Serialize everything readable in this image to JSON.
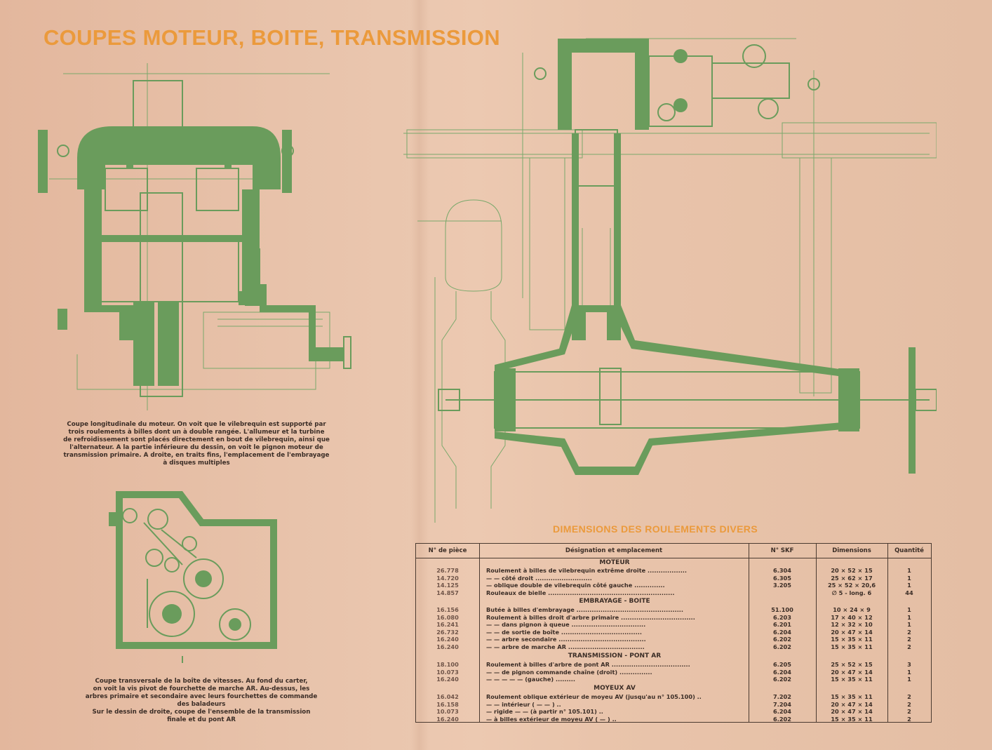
{
  "title": "COUPES MOTEUR, BOITE, TRANSMISSION",
  "captions": {
    "engine": [
      "Coupe longitudinale du moteur. On voit que le vilebrequin est supporté par",
      "trois roulements à billes dont un à double rangée. L'allumeur et la turbine",
      "de refroidissement sont placés directement en bout de vilebrequin, ainsi que",
      "l'alternateur. A la partie inférieure du dessin, on voit le pignon moteur de",
      "transmission primaire. A droite, en traits fins, l'emplacement de l'embrayage",
      "à disques multiples"
    ],
    "gearbox": [
      "Coupe transversale de la boîte de vitesses. Au fond du carter,",
      "on voit la vis pivot de fourchette de marche AR. Au-dessus, les",
      "arbres primaire et secondaire avec leurs fourchettes de commande",
      "des baladeurs",
      "Sur le dessin de droite, coupe de l'ensemble de la transmission",
      "finale et du pont AR"
    ]
  },
  "table": {
    "title": "DIMENSIONS DES ROULEMENTS DIVERS",
    "headers": {
      "part_no": "N° de pièce",
      "designation": "Désignation et emplacement",
      "skf": "N° SKF",
      "dimensions": "Dimensions",
      "quantity": "Quantité"
    },
    "sections": [
      {
        "name": "MOTEUR",
        "rows": [
          {
            "part": "26.778",
            "designation": "Roulement à billes de vilebrequin extrême droite ..................",
            "skf": "6.304",
            "dim": "20 × 52 × 15",
            "qty": "1"
          },
          {
            "part": "14.720",
            "designation": "—             —             côté droit ..........................",
            "skf": "6.305",
            "dim": "25 × 62 × 17",
            "qty": "1"
          },
          {
            "part": "14.125",
            "designation": "—      oblique double de vilebrequin côté gauche ..............",
            "skf": "3.205",
            "dim": "25 × 52 × 20,6",
            "qty": "1"
          },
          {
            "part": "14.857",
            "designation": "Rouleaux de bielle ..........................................................",
            "skf": "",
            "dim": "∅ 5 - long. 6",
            "qty": "44"
          }
        ]
      },
      {
        "name": "EMBRAYAGE - BOITE",
        "rows": [
          {
            "part": "16.156",
            "designation": "Butée à billes d'embrayage .................................................",
            "skf": "51.100",
            "dim": "10 × 24 × 9",
            "qty": "1"
          },
          {
            "part": "16.080",
            "designation": "Roulement à billes droit d'arbre primaire ..................................",
            "skf": "6.203",
            "dim": "17 × 40 × 12",
            "qty": "1"
          },
          {
            "part": "16.241",
            "designation": "—          —      dans pignon à queue ..................................",
            "skf": "6.201",
            "dim": "12 × 32 × 10",
            "qty": "1"
          },
          {
            "part": "26.732",
            "designation": "—          —      de sortie de boîte .....................................",
            "skf": "6.204",
            "dim": "20 × 47 × 14",
            "qty": "2"
          },
          {
            "part": "16.240",
            "designation": "—          —      arbre secondaire ........................................",
            "skf": "6.202",
            "dim": "15 × 35 × 11",
            "qty": "2"
          },
          {
            "part": "16.240",
            "designation": "—          —      arbre de marche AR ...................................",
            "skf": "6.202",
            "dim": "15 × 35 × 11",
            "qty": "2"
          }
        ]
      },
      {
        "name": "TRANSMISSION - PONT AR",
        "rows": [
          {
            "part": "18.100",
            "designation": "Roulement à billes d'arbre de pont AR ....................................",
            "skf": "6.205",
            "dim": "25 × 52 × 15",
            "qty": "3"
          },
          {
            "part": "10.073",
            "designation": "—          —      de pignon commande chaîne (droit) ...............",
            "skf": "6.204",
            "dim": "20 × 47 × 14",
            "qty": "1"
          },
          {
            "part": "16.240",
            "designation": "—          —           —          —          —       (gauche) .........",
            "skf": "6.202",
            "dim": "15 × 35 × 11",
            "qty": "1"
          }
        ]
      },
      {
        "name": "MOYEUX AV",
        "rows": [
          {
            "part": "16.042",
            "designation": "Roulement oblique extérieur de moyeu AV (jusqu'au n° 105.100) ..",
            "skf": "7.202",
            "dim": "15 × 35 × 11",
            "qty": "2"
          },
          {
            "part": "16.158",
            "designation": "—       —       intérieur       (          —          —          ) ..",
            "skf": "7.204",
            "dim": "20 × 47 × 14",
            "qty": "2"
          },
          {
            "part": "10.073",
            "designation": "—       rigide       —       —       (à partir n° 105.101) ..",
            "skf": "6.204",
            "dim": "20 × 47 × 14",
            "qty": "2"
          },
          {
            "part": "16.240",
            "designation": "—       à billes extérieur de moyeu AV (          —          ) ..",
            "skf": "6.202",
            "dim": "15 × 35 × 11",
            "qty": "2"
          }
        ]
      }
    ]
  },
  "colors": {
    "accent_orange": "#eb9a3c",
    "drawing_green": "#6a9c5c",
    "paper": "#e8c3ab",
    "ink": "#3b2d26"
  }
}
